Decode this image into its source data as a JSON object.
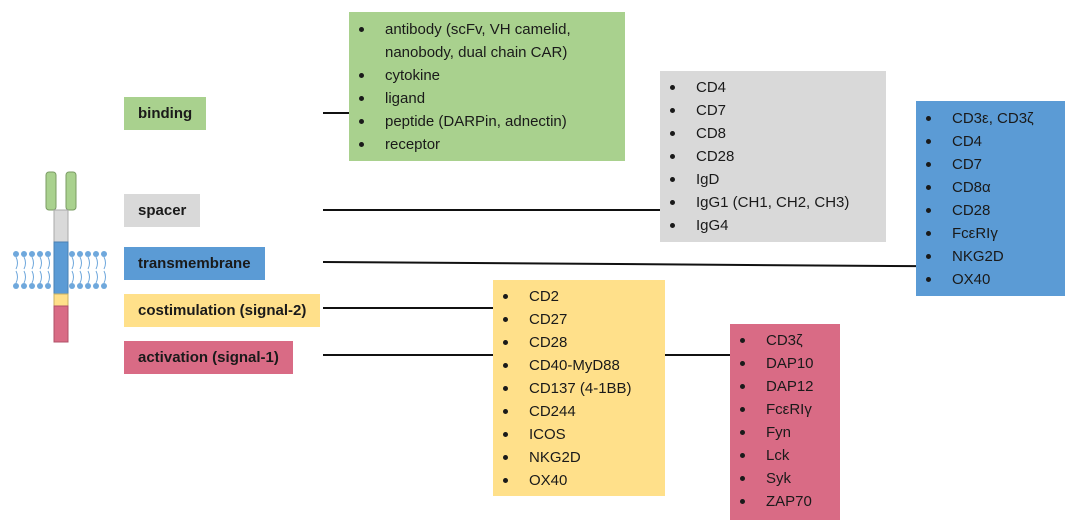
{
  "colors": {
    "binding": "#a9d18e",
    "spacer": "#d9d9d9",
    "transmembrane": "#5b9bd5",
    "costimulation": "#ffe08a",
    "activation": "#d96b85"
  },
  "labels": {
    "binding": "binding",
    "spacer": "spacer",
    "transmembrane": "transmembrane",
    "costimulation": "costimulation (signal-2)",
    "activation": "activation (signal-1)"
  },
  "binding_items": [
    "antibody (scFv, VH camelid,",
    "nanobody,  dual chain CAR)",
    "cytokine",
    "ligand",
    "peptide (DARPin, adnectin)",
    "receptor"
  ],
  "spacer_items": [
    "CD4",
    "CD7",
    "CD8",
    "CD28",
    "IgD",
    "IgG1 (CH1, CH2, CH3)",
    "IgG4"
  ],
  "transmembrane_items": [
    "CD3ε, CD3ζ",
    "CD4",
    "CD7",
    "CD8α",
    "CD28",
    "FcεRIγ",
    "NKG2D",
    "OX40"
  ],
  "costimulation_items": [
    "CD2",
    "CD27",
    "CD28",
    "CD40-MyD88",
    "CD137 (4-1BB)",
    "CD244",
    "ICOS",
    "NKG2D",
    "OX40"
  ],
  "activation_items": [
    "CD3ζ",
    "DAP10",
    "DAP12",
    "FcεRIγ",
    "Fyn",
    "Lck",
    "Syk",
    "ZAP70"
  ]
}
